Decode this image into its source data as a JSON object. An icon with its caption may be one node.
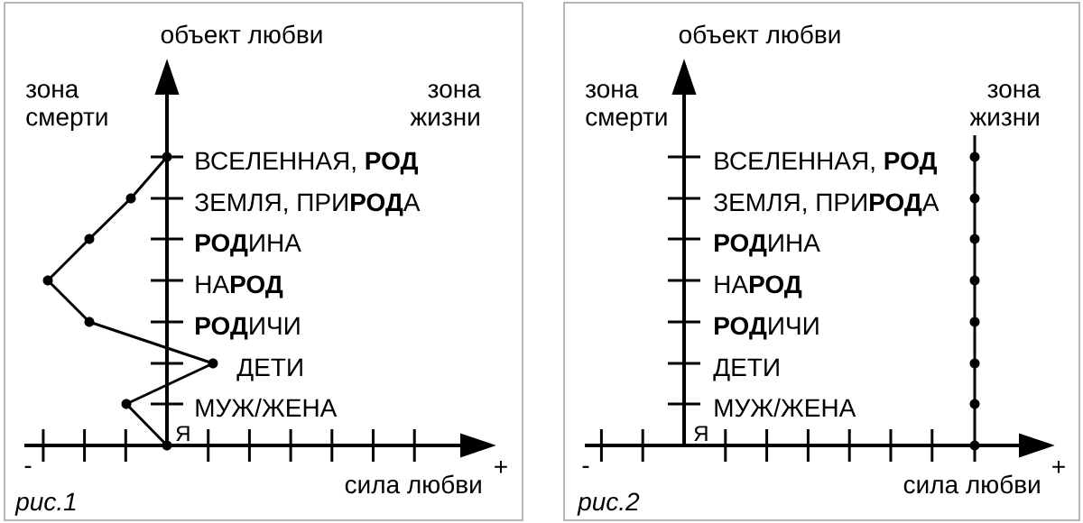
{
  "diagram": {
    "nodes": [
      {
        "text": [
          "объект любви",
          "зона смерти",
          "зона жизни",
          "ВСЕЛЕННАЯ, **РОД**",
          "ЗЕМЛЯ, ПРИ**РОД**А",
          "**РОД**ИНА",
          "НА**РОД**",
          "**РОД**ИЧИ",
          "ДЕТИ",
          "МУЖ/ЖЕНА",
          "Я",
          "-",
          "+",
          "сила любви",
          "рис.1"
        ]
      },
      {
        "text": [
          "объект любви",
          "зона смерти",
          "зона жизни",
          "ВСЕЛЕННАЯ, **РОД**",
          "ЗЕМЛЯ, ПРИ**РОД**А",
          "**РОД**ИНА",
          "НА**РОД**",
          "**РОД**ИЧИ",
          "ДЕТИ",
          "МУЖ/ЖЕНА",
          "Я",
          "-",
          "+",
          "сила любви",
          "рис.2"
        ]
      }
    ]
  }
}
